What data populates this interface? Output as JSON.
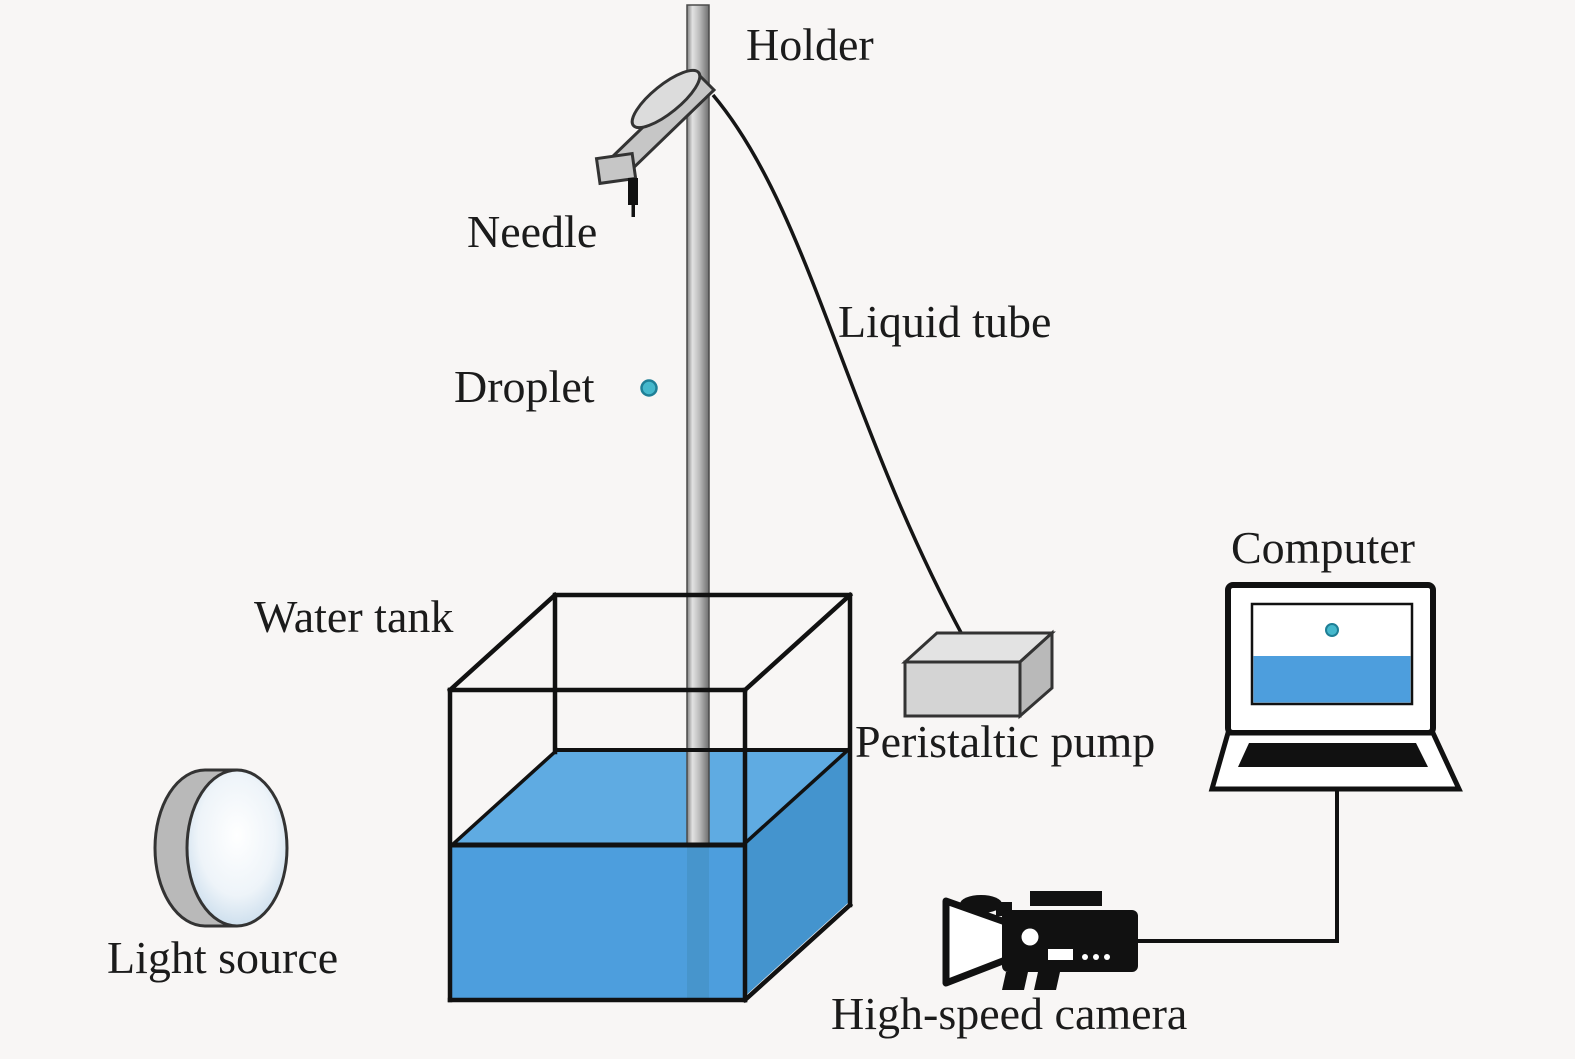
{
  "diagram": {
    "labels": {
      "holder": "Holder",
      "needle": "Needle",
      "droplet": "Droplet",
      "liquid_tube": "Liquid tube",
      "water_tank": "Water tank",
      "peristaltic_pump": "Peristaltic pump",
      "computer": "Computer",
      "light_source": "Light source",
      "high_speed_camera": "High-speed camera"
    },
    "colors": {
      "background": "#f8f6f5",
      "outline": "#111111",
      "water_front": "#4d9edd",
      "water_top": "#5fabe2",
      "water_side": "#4494ce",
      "water_pole_shadow": "#4693c9",
      "droplet": "#45b8cc",
      "droplet_edge": "#1f7f96",
      "metal_light": "#dcdcdc",
      "metal_mid": "#c6c6c6",
      "metal_dark": "#b9b9b9",
      "pump_top": "#e3e3e3",
      "pump_front": "#d4d4d4",
      "pump_side": "#b9b9b9",
      "device_black": "#111111",
      "screen_white": "#ffffff"
    }
  }
}
